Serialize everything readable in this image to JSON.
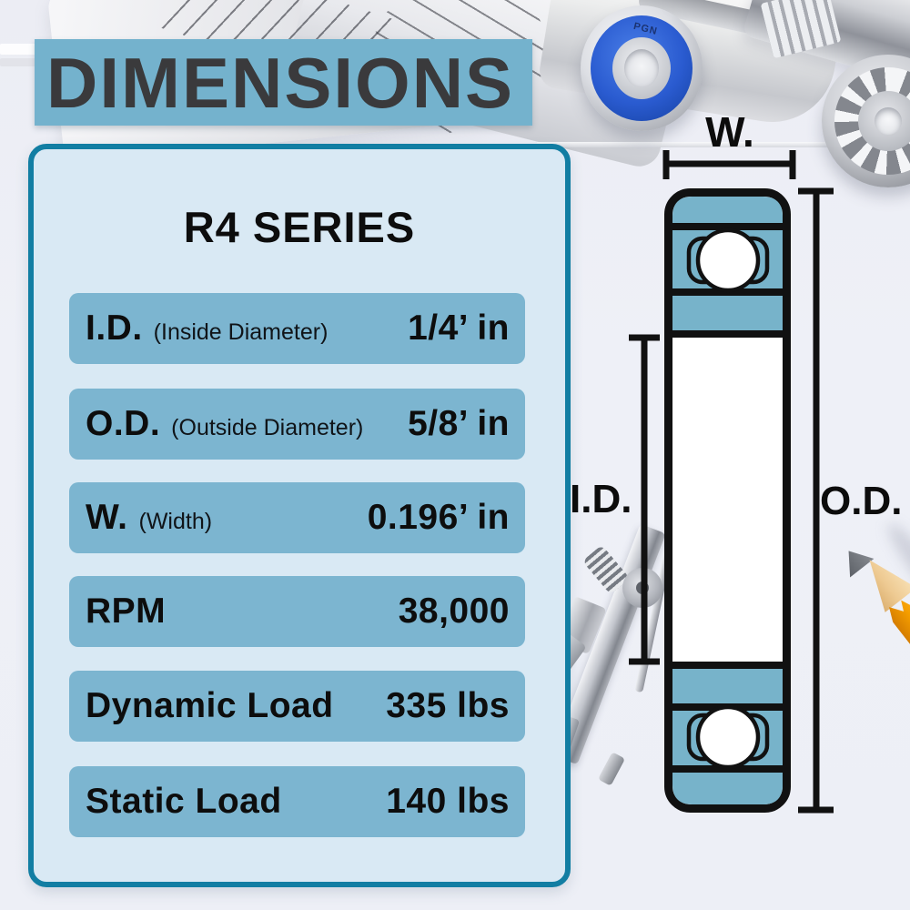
{
  "banner": {
    "title": "DIMENSIONS"
  },
  "spec_panel": {
    "series_title": "R4 SERIES",
    "rows": [
      {
        "label": "I.D.",
        "note": "(Inside Diameter)",
        "value": "1/4’ in"
      },
      {
        "label": "O.D.",
        "note": "(Outside Diameter)",
        "value": "5/8’ in"
      },
      {
        "label": "W.",
        "note": "(Width)",
        "value": "0.196’ in"
      },
      {
        "label": "RPM",
        "note": "",
        "value": "38,000"
      },
      {
        "label": "Dynamic Load",
        "note": "",
        "value": "335 lbs"
      },
      {
        "label": "Static Load",
        "note": "",
        "value": "140 lbs"
      }
    ]
  },
  "diagram": {
    "width_label": "W.",
    "inner_diameter_label": "I.D.",
    "outer_diameter_label": "O.D."
  },
  "photo": {
    "blue_bearing_brand": "PGN"
  },
  "colors": {
    "accent_blue": "#74b2cd",
    "row_blue": "#7cb5d0",
    "panel_bg": "#d9e9f4",
    "panel_border": "#127ea3",
    "diagram_fill": "#77b3ca",
    "heading_text": "#3a3a3c",
    "body_text": "#0d0d0d"
  }
}
